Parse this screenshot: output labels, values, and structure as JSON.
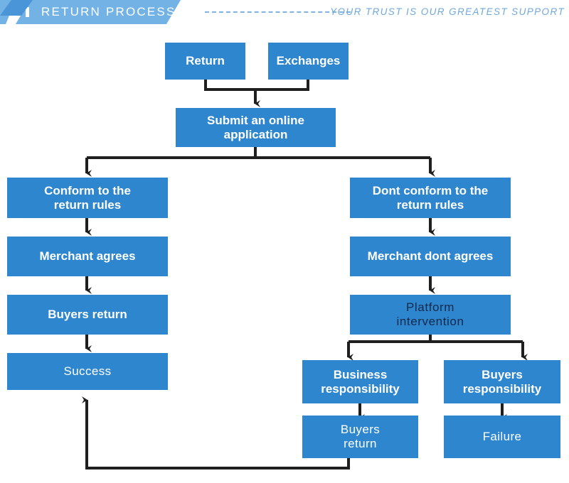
{
  "header": {
    "title": "RETURN PROCESS",
    "tagline": "YOUR TRUST IS OUR GREATEST SUPPORT",
    "banner_color": "#73b2e4",
    "accent_color": "#4a94d8",
    "tagline_color": "#6fa8dc"
  },
  "diagram": {
    "node_color": "#2e86ce",
    "connector_color": "#1f1f1f",
    "nodes": [
      {
        "id": "return",
        "label": "Return"
      },
      {
        "id": "exchanges",
        "label": "Exchanges"
      },
      {
        "id": "submit",
        "label": "Submit an online\napplication"
      },
      {
        "id": "conform",
        "label": "Conform to the\nreturn rules"
      },
      {
        "id": "dont-conform",
        "label": "Dont conform to the\nreturn rules"
      },
      {
        "id": "merchant-agrees",
        "label": "Merchant agrees"
      },
      {
        "id": "merchant-dont",
        "label": "Merchant dont agrees"
      },
      {
        "id": "buyers-return-left",
        "label": "Buyers return"
      },
      {
        "id": "platform",
        "label": "Platform\nintervention"
      },
      {
        "id": "success",
        "label": "Success"
      },
      {
        "id": "business-resp",
        "label": "Business\nresponsibility"
      },
      {
        "id": "buyers-resp",
        "label": "Buyers\nresponsibility"
      },
      {
        "id": "buyers-return-right",
        "label": "Buyers\nreturn"
      },
      {
        "id": "failure",
        "label": "Failure"
      }
    ]
  }
}
